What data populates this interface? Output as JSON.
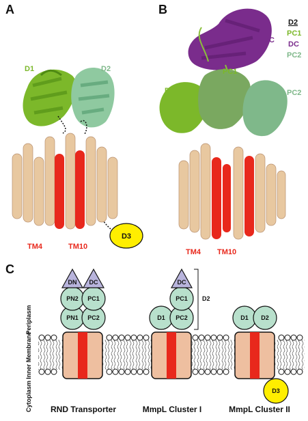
{
  "panel_a": {
    "letter": "A",
    "d1": "D1",
    "d2": "D2",
    "d3": "D3",
    "tm4": "TM4",
    "tm10": "TM10"
  },
  "panel_b": {
    "letter": "B",
    "legend": [
      "D2",
      "PC1",
      "DC",
      "PC2"
    ],
    "dc": "DC",
    "pc1": "PC1",
    "d1": "D1",
    "pc2": "PC2",
    "tm4": "TM4",
    "tm10": "TM10"
  },
  "panel_c": {
    "letter": "C",
    "regions": {
      "periplasm": "Periplasm",
      "inner_membrane": "Inner Membrane",
      "cytoplasm": "Cytoplasm"
    },
    "rnd": {
      "dn": "DN",
      "dc": "DC",
      "pn2": "PN2",
      "pc1": "PC1",
      "pn1": "PN1",
      "pc2": "PC2",
      "label": "RND Transporter"
    },
    "mmpl1": {
      "dc": "DC",
      "d1": "D1",
      "pc1": "PC1",
      "pc2": "PC2",
      "label": "MmpL Cluster I"
    },
    "bracket_label": "D2",
    "mmpl2": {
      "d1": "D1",
      "d2": "D2",
      "d3": "D3",
      "label": "MmpL Cluster II"
    }
  },
  "colors": {
    "tan": "#e8c8a0",
    "red": "#e8281c",
    "lime": "#7cb82a",
    "sage": "#7fb88a",
    "purple": "#7a2c8c",
    "mint": "#b8e0cc",
    "lavender": "#b8b4dc",
    "yellow": "#ffee00",
    "block": "#eebfa0"
  }
}
